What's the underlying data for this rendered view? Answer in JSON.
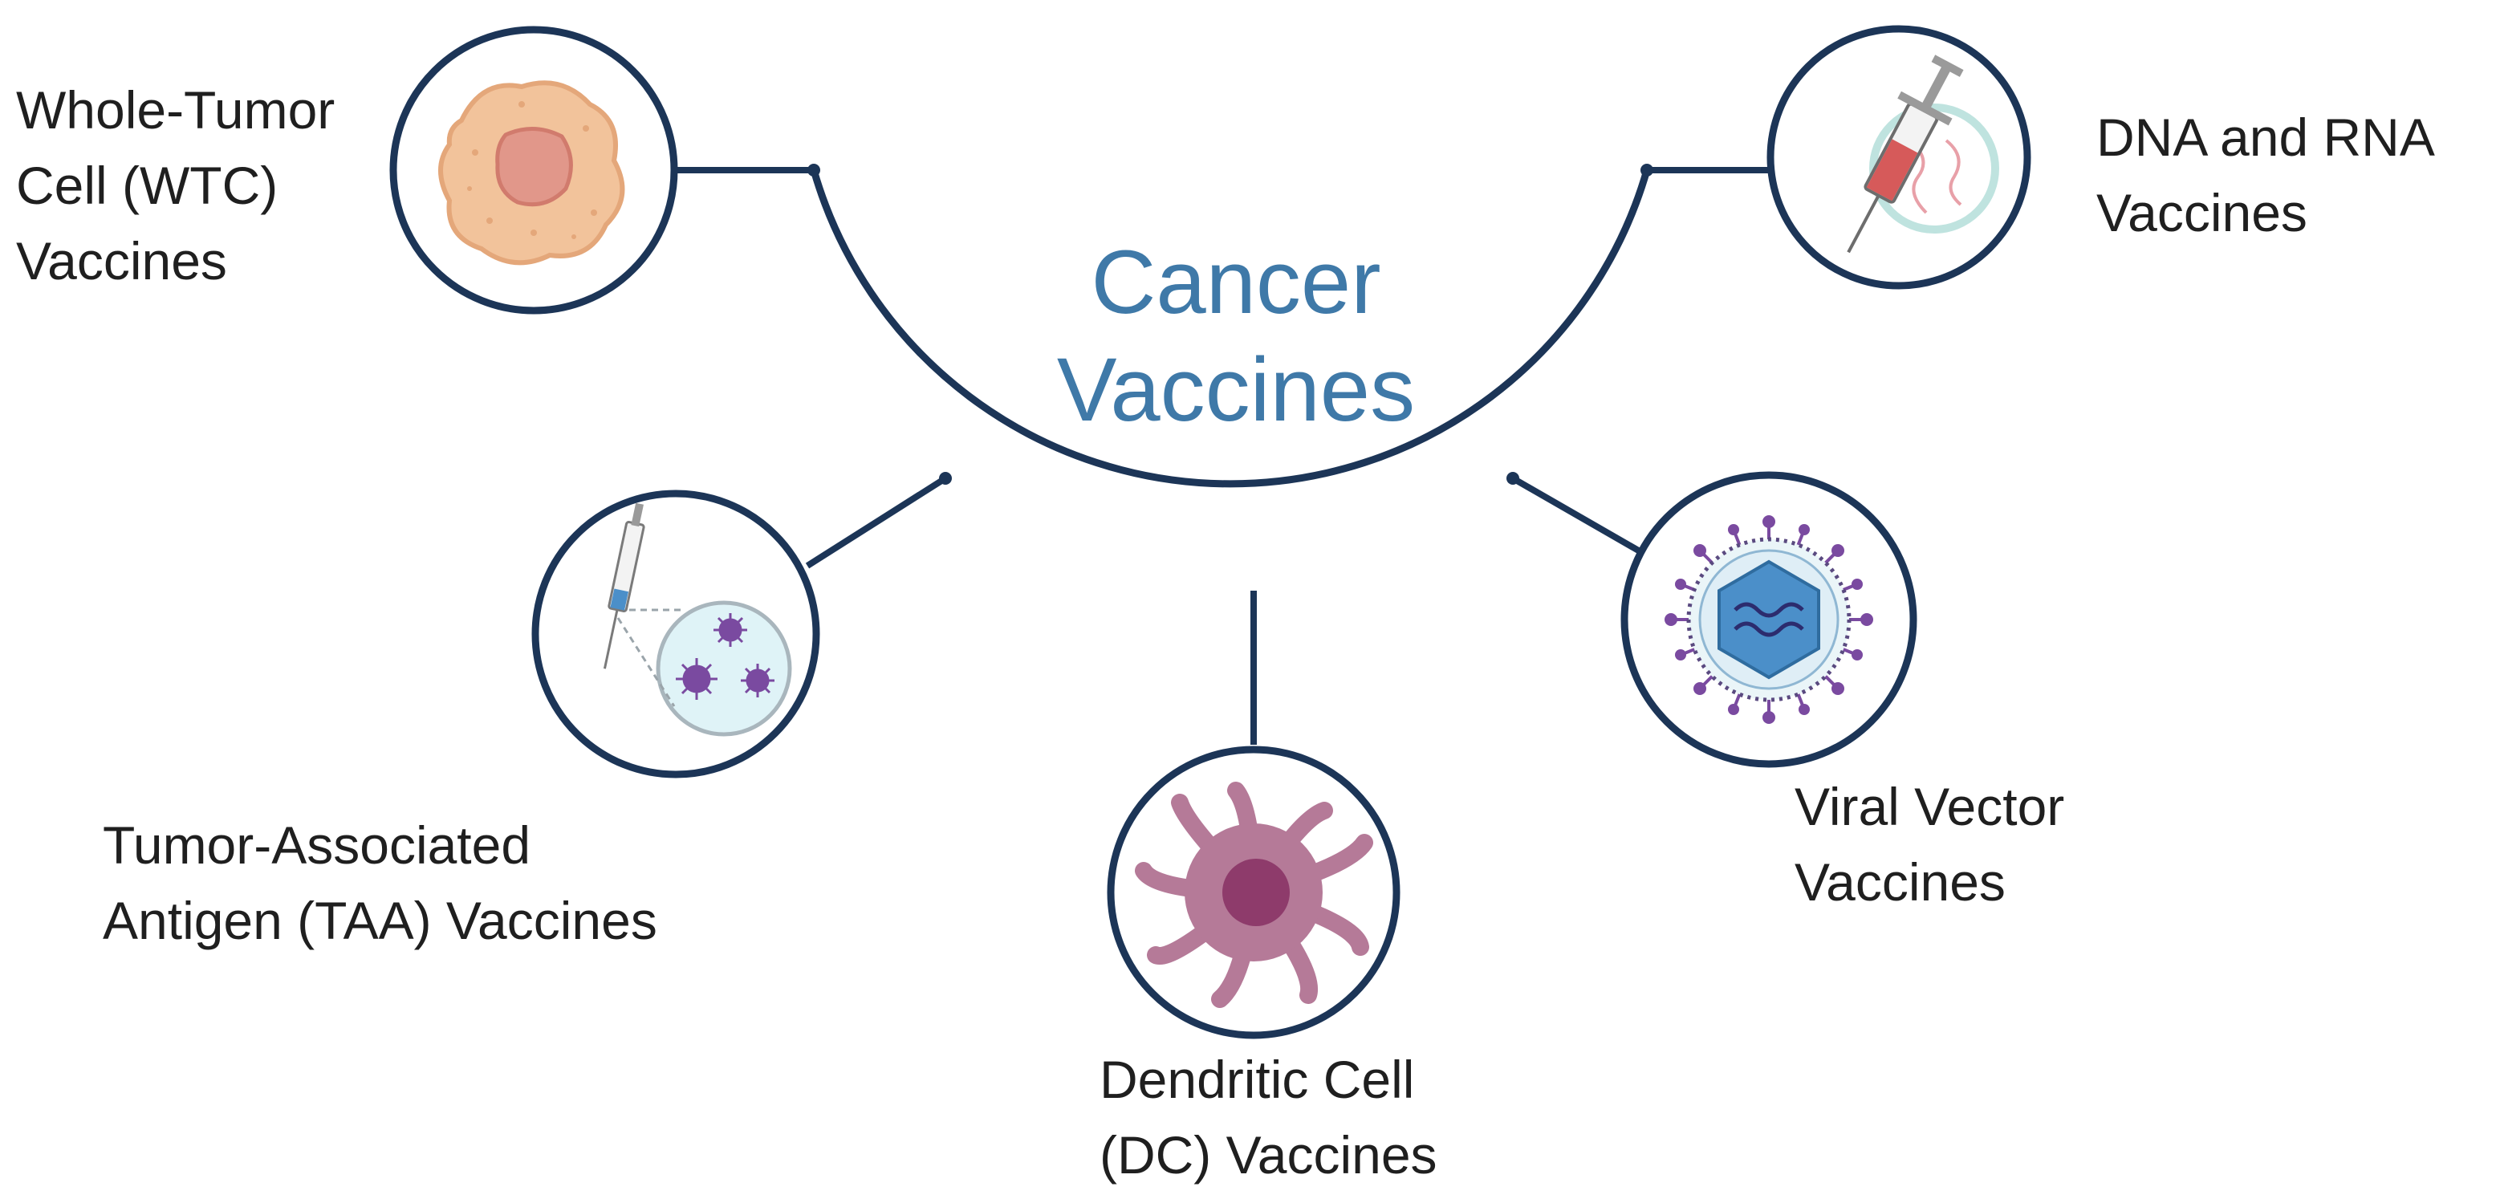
{
  "center": {
    "line1": "Cancer",
    "line2": "Vaccines"
  },
  "types": [
    {
      "id": "wtc",
      "lines": [
        "Whole-Tumor",
        "Cell (WTC)",
        "Vaccines"
      ],
      "icon": "tumor-cell-icon"
    },
    {
      "id": "dna-rna",
      "lines": [
        "DNA and RNA",
        "Vaccines"
      ],
      "icon": "syringe-nucleic-acid-icon"
    },
    {
      "id": "taa",
      "lines": [
        "Tumor-Associated",
        "Antigen (TAA) Vaccines"
      ],
      "icon": "syringe-antigen-icon"
    },
    {
      "id": "dc",
      "lines": [
        "Dendritic Cell",
        "(DC) Vaccines"
      ],
      "icon": "dendritic-cell-icon"
    },
    {
      "id": "viral",
      "lines": [
        "Viral Vector",
        "Vaccines"
      ],
      "icon": "virus-icon"
    }
  ],
  "colors": {
    "outline": "#1c3557",
    "title": "#3f79a8",
    "tumor_cell": "#f2c39b",
    "tumor_nucleus": "#e1978a",
    "dendritic_cell": "#b57a98",
    "dendritic_nucleus": "#8e3b6b",
    "virus_capsid": "#4b8fc9",
    "virus_spike": "#7a4aa0",
    "syringe_fluid": "#d65a5a",
    "antigen_circle": "#dff3f7"
  }
}
